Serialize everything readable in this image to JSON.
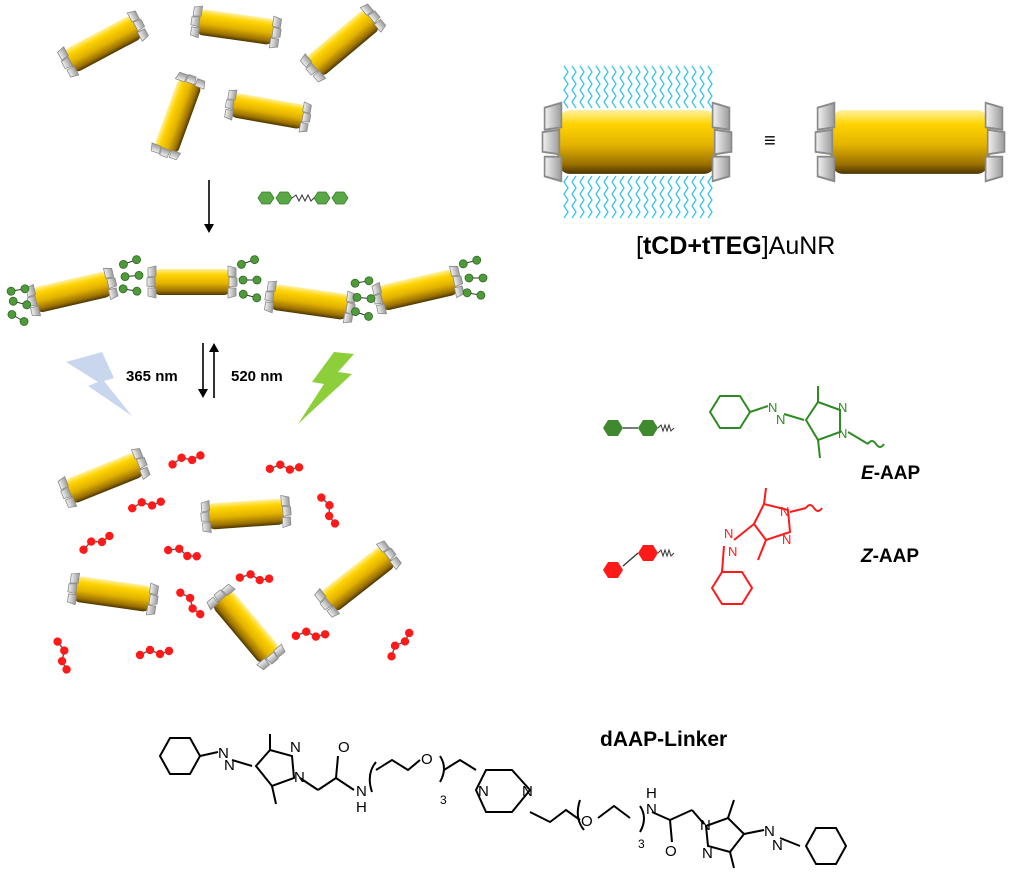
{
  "labels": {
    "uv_wavelength": "365 nm",
    "vis_wavelength": "520 nm",
    "aunr_bracket_open": "[",
    "aunr_bold": "tCD+tTEG",
    "aunr_bracket_close": "]",
    "aunr_suffix": "AuNR",
    "equiv_symbol": "≡",
    "e_isomer_prefix": "E",
    "e_isomer_suffix": "-AAP",
    "z_isomer_prefix": "Z",
    "z_isomer_suffix": "-AAP",
    "linker_name": "dAAP-Linker"
  },
  "chem_text": {
    "n_atom": "N",
    "o_atom": "O",
    "h_atom": "H",
    "repeat_count": "3"
  },
  "colors": {
    "gold": "#f2c500",
    "gold_dark": "#6b4f00",
    "cd_gray": "#a9a9a9",
    "e_isomer": "#2e8b22",
    "z_isomer": "#ff1a1a",
    "teg": "#33c6f0",
    "uv_bolt": "#c9d7ee",
    "vis_bolt": "#8ccf3a"
  },
  "icons": {
    "e_isomer_icon": "green-hexagon-dimer",
    "z_isomer_icon": "red-hexagon-dimer",
    "uv_light_icon": "pale-blue-lightning-bolt",
    "vis_light_icon": "green-lightning-bolt",
    "nanorod_icon": "gold-cylinder"
  }
}
